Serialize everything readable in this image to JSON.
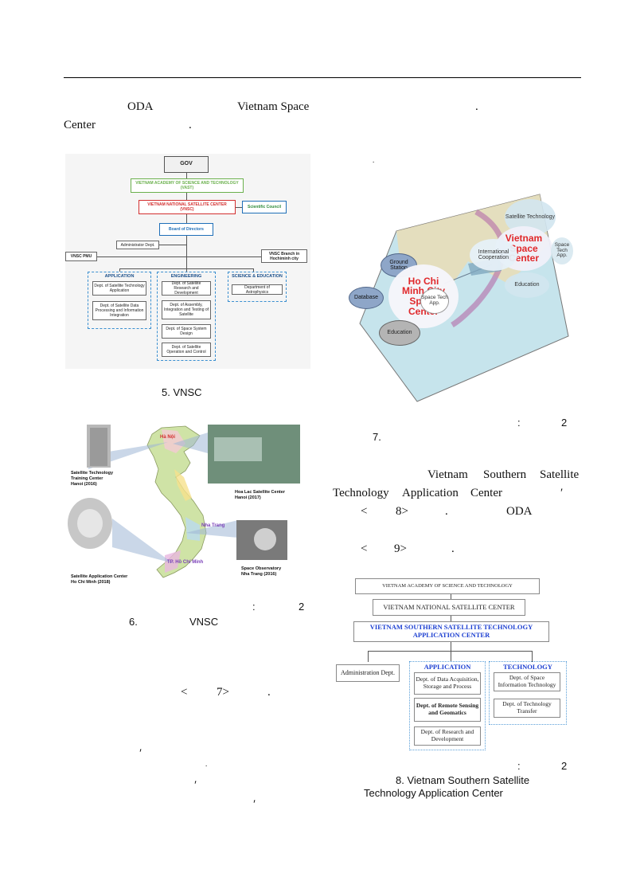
{
  "left_text": {
    "l1a": "ODA",
    "l1b": "Vietnam Space",
    "l2a": "Center",
    "l2b": "."
  },
  "fig5": {
    "gov": "GOV",
    "vast": "VIETNAM ACADEMY OF SCIENCE AND TECHNOLOGY (VAST)",
    "vnsc": "VIETNAM NATIONAL SATELLITE CENTER (VNSC)",
    "council": "Scientific Council",
    "board": "Board of Directors",
    "admin": "Administrator Dept.",
    "pmu": "VNSC PMU",
    "branch": "VNSC Branch in Hochiminh city",
    "app_head": "APPLICATION",
    "eng_head": "ENGINEERING",
    "sci_head": "SCIENCE & EDUCATION",
    "app1": "Dept. of Satellite Technology Application",
    "app2": "Dept. of Satellite Data Processing and Information Integration",
    "eng1": "Dept. of Satellite Research and Development",
    "eng2": "Dept. of Assembly, Integration and Testing of Satellite",
    "eng3": "Dept. of Space System Design",
    "eng4": "Dept. of Satellite Operation and Control",
    "sci1": "Department of Astrophysics",
    "caption": "5. VNSC"
  },
  "fig6": {
    "hanoi": "Hà Nội",
    "nhatrang": "Nha Trang",
    "hcm": "TP. Hồ Chí Minh",
    "c1a": "Satellite Technology",
    "c1b": "Training Center",
    "c1c": "Hanoi (2016)",
    "c2a": "Hoa Lac Satellite Center",
    "c2b": "Hanoi (2017)",
    "c3a": "Space Observatory",
    "c3b": "Nha Trang (2016)",
    "c4a": "Satellite Application Center",
    "c4b": "Ho Chi Minh (2018)",
    "src": ":",
    "src_n": "2",
    "caption_n": "6.",
    "caption_t": "VNSC"
  },
  "left_lower": {
    "ref": "<",
    "ref_n": "7>",
    "dot": ".",
    "comma": "′",
    "dot2": ".",
    "comma2": "′",
    "comma3": "′"
  },
  "right_top": {
    "dot1": ".",
    "dot2": "."
  },
  "fig7": {
    "sat_tech": "Satellite Technology",
    "vsc1": "Vietnam",
    "vsc2": "Space",
    "vsc3": "Center",
    "intl": "International Cooperation",
    "space_tech_r": "Space Tech App.",
    "edu_r": "Education",
    "ground": "Ground Station",
    "hcm1": "Ho Chi",
    "hcm2": "Minh City",
    "hcm3": "Space",
    "hcm4": "Center",
    "database": "Database",
    "space_tech_l": "Space Tech App.",
    "edu_l": "Education",
    "src": ":",
    "src_n": "2",
    "caption_n": "7."
  },
  "right_text": {
    "r1a": "Vietnam",
    "r1b": "Southern",
    "r1c": "Satellite",
    "r2a": "Technology",
    "r2b": "Application",
    "r2c": "Center",
    "r2d": "′",
    "r3a": "<",
    "r3b": "8>",
    "r3c": ".",
    "r3d": "ODA",
    "r4a": "<",
    "r4b": "9>",
    "r4c": "."
  },
  "fig9": {
    "vast": "VIETNAM ACADEMY OF SCIENCE AND TECHNOLOGY",
    "vnsc": "VIETNAM NATIONAL SATELLITE CENTER",
    "south1": "VIETNAM SOUTHERN SATELLITE TECHNOLOGY",
    "south2": "APPLICATION CENTER",
    "admin": "Administration Dept.",
    "app_head": "APPLICATION",
    "tech_head": "TECHNOLOGY",
    "a1": "Dept. of Data Acquisition, Storage and Process",
    "a2": "Dept. of Remote Sensing and Geomatics",
    "a3": "Dept. of Research and Development",
    "t1": "Dept. of Space Information Technology",
    "t2": "Dept. of Technology Transfer",
    "src": ":",
    "src_n": "2",
    "cap_l1": "8. Vietnam Southern Satellite",
    "cap_l2": "Technology Application Center"
  },
  "colors": {
    "vast_green": "#6ab04c",
    "vnsc_red": "#d32f2f",
    "board_blue": "#1f6fb8",
    "south_blue": "#1c3fd1",
    "hcm_red": "#e0282b"
  }
}
